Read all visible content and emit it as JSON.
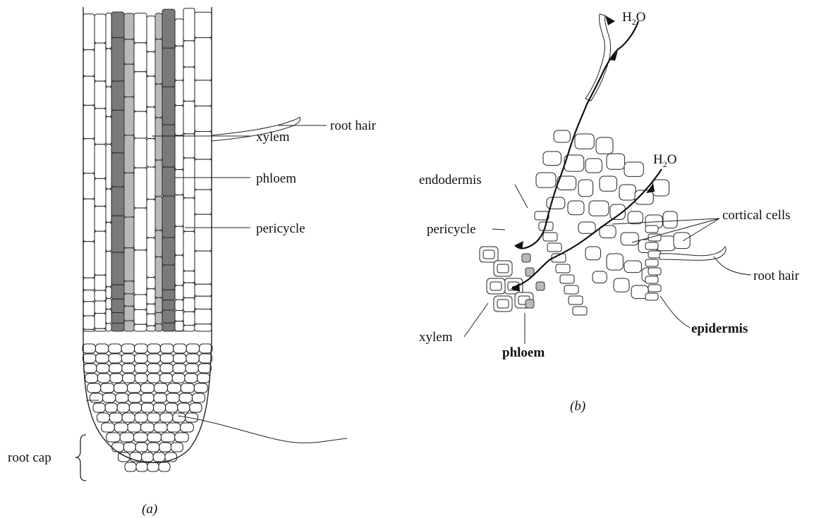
{
  "panel_a": {
    "caption": "(a)",
    "labels": {
      "root_hair": "root hair",
      "xylem": "xylem",
      "phloem": "phloem",
      "pericycle": "pericycle",
      "root_cap": "root cap"
    }
  },
  "panel_b": {
    "caption": "(b)",
    "water_1": "H",
    "water_2": "H",
    "water_sub": "2",
    "water_o": "O",
    "labels": {
      "endodermis": "endodermis",
      "pericycle": "pericycle",
      "cortical_cells": "cortical cells",
      "root_hair": "root hair",
      "epidermis": "epidermis",
      "xylem": "xylem",
      "phloem": "phloem"
    }
  },
  "colors": {
    "stele_dark": "#7a7a7a",
    "stele_mid": "#b9b9b9",
    "line": "#222222",
    "background": "#ffffff"
  }
}
